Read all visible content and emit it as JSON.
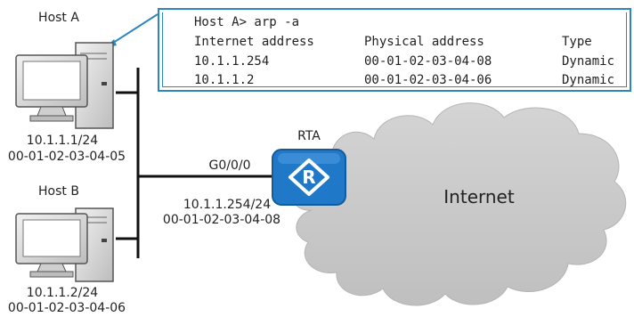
{
  "host_a": {
    "name": "Host A",
    "ip": "10.1.1.1/24",
    "mac": "00-01-02-03-04-05"
  },
  "host_b": {
    "name": "Host B",
    "ip": "10.1.1.2/24",
    "mac": "00-01-02-03-04-06"
  },
  "router": {
    "name": "RTA",
    "interface": "G0/0/0",
    "ip": "10.1.1.254/24",
    "mac": "00-01-02-03-04-08"
  },
  "cloud": {
    "label": "Internet"
  },
  "arp_table": {
    "command": "Host A> arp -a",
    "headers": [
      "Internet address",
      "Physical address",
      "Type"
    ],
    "rows": [
      [
        "10.1.1.254",
        "00-01-02-03-04-08",
        "Dynamic"
      ],
      [
        "10.1.1.2",
        "00-01-02-03-04-06",
        "Dynamic"
      ]
    ]
  },
  "colors": {
    "callout_border": "#2e86c1",
    "router_fill": "#1f78c8",
    "cloud_fill": "#c9c9c9",
    "pc_fill": "#d8d8d8",
    "link": "#111111"
  }
}
